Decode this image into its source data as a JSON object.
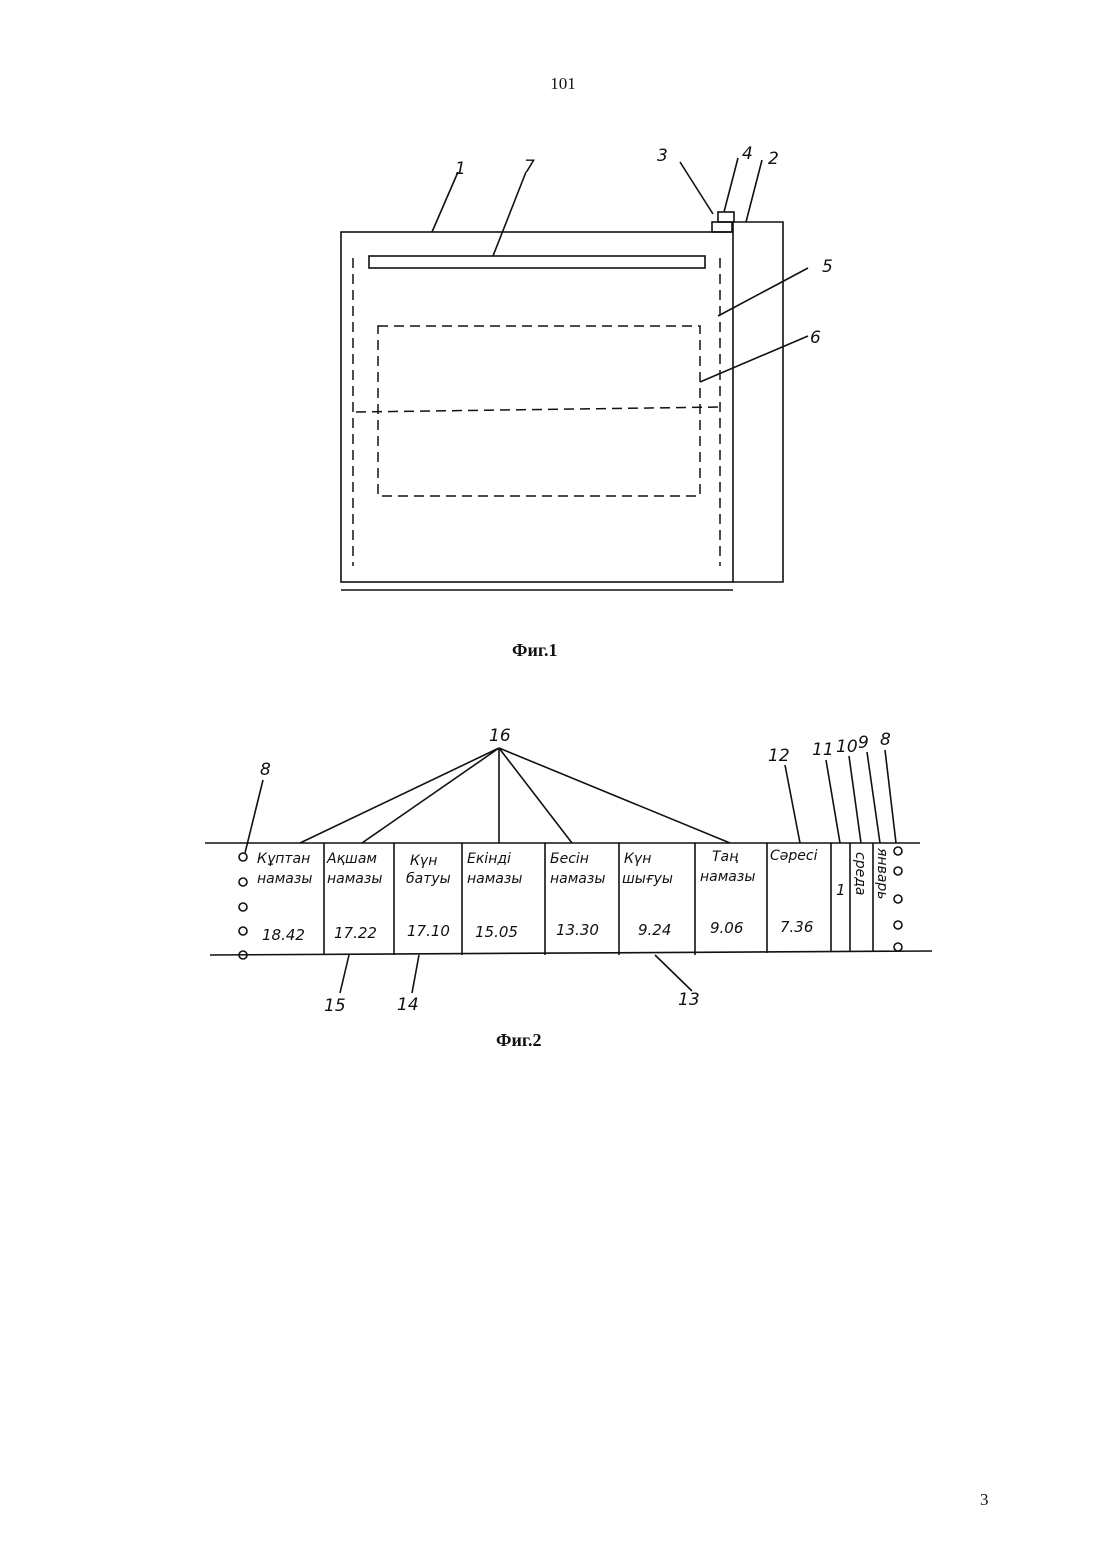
{
  "page": {
    "number_top": "101",
    "number_bottom": "3"
  },
  "fig1": {
    "caption": "Фиг.1",
    "labels": [
      "1",
      "7",
      "3",
      "4",
      "2",
      "5",
      "6"
    ]
  },
  "fig2": {
    "caption": "Фиг.2",
    "labels": {
      "l16": "16",
      "l12": "12",
      "l11": "11",
      "l10": "10",
      "l9": "9",
      "l8a": "8",
      "l8b": "8",
      "l15": "15",
      "l14": "14",
      "l13": "13"
    },
    "columns": [
      {
        "line1": "Кұптан",
        "line2": "намазы",
        "value": "18.42"
      },
      {
        "line1": "Ақшам",
        "line2": "намазы",
        "value": "17.22"
      },
      {
        "line1": "Күн",
        "line2": "батуы",
        "value": "17.10"
      },
      {
        "line1": "Екінді",
        "line2": "намазы",
        "value": "15.05"
      },
      {
        "line1": "Бесін",
        "line2": "намазы",
        "value": "13.30"
      },
      {
        "line1": "Күн",
        "line2": "шығуы",
        "value": "9.24"
      },
      {
        "line1": "Таң",
        "line2": "намазы",
        "value": "9.06"
      },
      {
        "line1": "Сәресі",
        "line2": "",
        "value": "7.36"
      }
    ],
    "day": "1",
    "weekday": "среда",
    "month": "январь"
  }
}
